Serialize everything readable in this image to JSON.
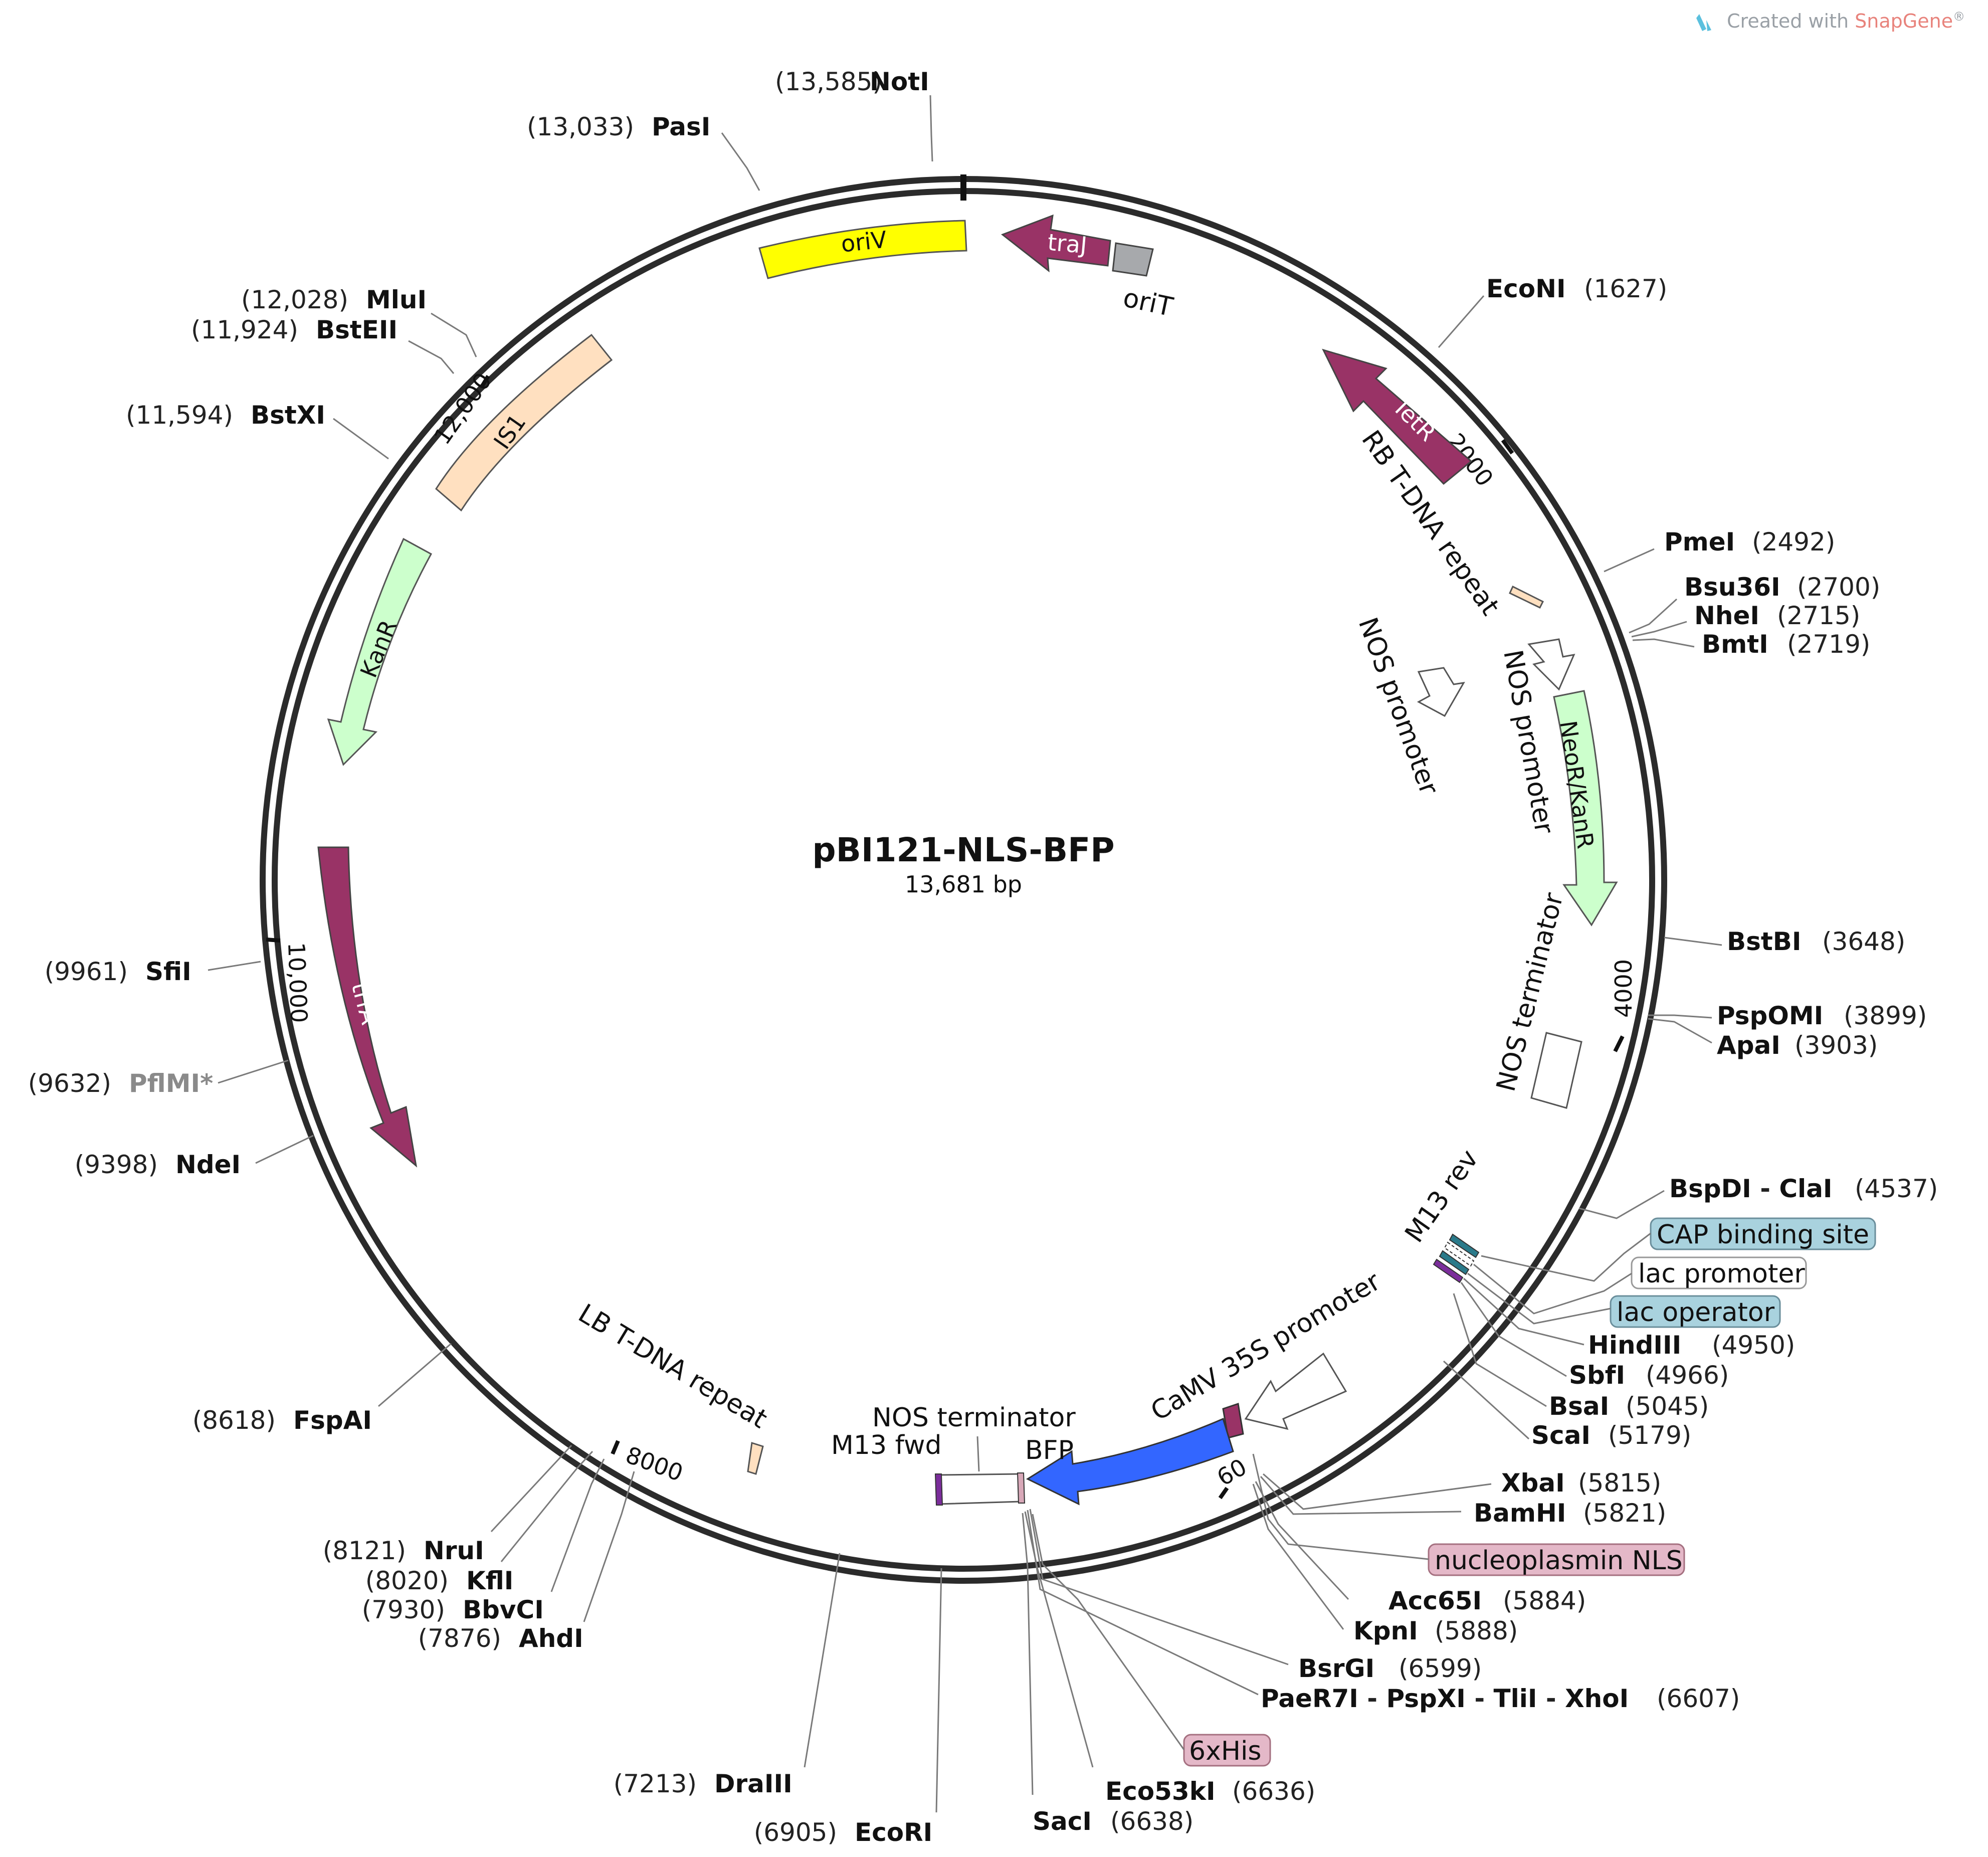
{
  "credit": {
    "prefix": "Created with ",
    "brand": "SnapGene",
    "mark": "®"
  },
  "plasmid": {
    "name": "pBI121-NLS-BFP",
    "length_label": "13,681 bp",
    "length": 13681
  },
  "ticks": [
    {
      "label": "2000",
      "pos": 2000
    },
    {
      "label": "4000",
      "pos": 4000
    },
    {
      "label": "60",
      "pos": 6000
    },
    {
      "label": "8000",
      "pos": 8000
    },
    {
      "label": "10,000",
      "pos": 10000
    },
    {
      "label": "12,000",
      "pos": 12000
    }
  ],
  "sites": [
    {
      "id": "noti",
      "name": "NotI",
      "pos": "(13,585)"
    },
    {
      "id": "pasi",
      "name": "PasI",
      "pos": "(13,033)"
    },
    {
      "id": "econi",
      "name": "EcoNI",
      "pos": "(1627)"
    },
    {
      "id": "mlui",
      "name": "MluI",
      "pos": "(12,028)"
    },
    {
      "id": "bsteii",
      "name": "BstEII",
      "pos": "(11,924)"
    },
    {
      "id": "bstxi",
      "name": "BstXI",
      "pos": "(11,594)"
    },
    {
      "id": "pmei",
      "name": "PmeI",
      "pos": "(2492)"
    },
    {
      "id": "bsu36i",
      "name": "Bsu36I",
      "pos": "(2700)"
    },
    {
      "id": "nhei",
      "name": "NheI",
      "pos": "(2715)"
    },
    {
      "id": "bmti",
      "name": "BmtI",
      "pos": "(2719)"
    },
    {
      "id": "bstbi",
      "name": "BstBI",
      "pos": "(3648)"
    },
    {
      "id": "pspomi",
      "name": "PspOMI",
      "pos": "(3899)"
    },
    {
      "id": "apai",
      "name": "ApaI",
      "pos": "(3903)"
    },
    {
      "id": "sfii",
      "name": "SfiI",
      "pos": "(9961)"
    },
    {
      "id": "pflmi",
      "name": "PflMI*",
      "pos": "(9632)"
    },
    {
      "id": "ndei",
      "name": "NdeI",
      "pos": "(9398)"
    },
    {
      "id": "bspdi",
      "name": "BspDI",
      "sep": " - ",
      "name2": "ClaI",
      "pos": "(4537)"
    },
    {
      "id": "hindiii",
      "name": "HindIII",
      "pos": "(4950)"
    },
    {
      "id": "sbfi",
      "name": "SbfI",
      "pos": "(4966)"
    },
    {
      "id": "bsai",
      "name": "BsaI",
      "pos": "(5045)"
    },
    {
      "id": "scai",
      "name": "ScaI",
      "pos": "(5179)"
    },
    {
      "id": "xbai",
      "name": "XbaI",
      "pos": "(5815)"
    },
    {
      "id": "bamhi",
      "name": "BamHI",
      "pos": "(5821)"
    },
    {
      "id": "acc65i",
      "name": "Acc65I",
      "pos": "(5884)"
    },
    {
      "id": "kpni",
      "name": "KpnI",
      "pos": "(5888)"
    },
    {
      "id": "bsrgi",
      "name": "BsrGI",
      "pos": "(6599)"
    },
    {
      "id": "paer7i",
      "name": "PaeR7I",
      "name2": "PspXI",
      "name3": "TliI",
      "name4": "XhoI",
      "sep": " - ",
      "pos": "(6607)"
    },
    {
      "id": "eco53ki",
      "name": "Eco53kI",
      "pos": "(6636)"
    },
    {
      "id": "saci",
      "name": "SacI",
      "pos": "(6638)"
    },
    {
      "id": "draiii",
      "name": "DraIII",
      "pos": "(7213)"
    },
    {
      "id": "ecori",
      "name": "EcoRI",
      "pos": "(6905)"
    },
    {
      "id": "fspai",
      "name": "FspAI",
      "pos": "(8618)"
    },
    {
      "id": "nrui",
      "name": "NruI",
      "pos": "(8121)"
    },
    {
      "id": "kfli",
      "name": "KflI",
      "pos": "(8020)"
    },
    {
      "id": "bbvci",
      "name": "BbvCI",
      "pos": "(7930)"
    },
    {
      "id": "ahdi",
      "name": "AhdI",
      "pos": "(7876)"
    }
  ],
  "features": {
    "oriv": "oriV",
    "traj": "traJ",
    "orit": "oriT",
    "tetr": "TetR",
    "rb_tdna": "RB T-DNA repeat",
    "nos_promoter_1": "NOS promoter",
    "nos_promoter_2": "NOS promoter",
    "neor_kanr": "NeoR/KanR",
    "nos_terminator_1": "NOS terminator",
    "m13_rev": "M13 rev",
    "cap_binding_site": "CAP binding site",
    "lac_promoter": "lac promoter",
    "lac_operator": "lac operator",
    "camv_35s": "CaMV 35S promoter",
    "nucleoplasmin_nls": "nucleoplasmin NLS",
    "six_his": "6xHis",
    "nos_terminator_2": "NOS terminator",
    "m13_fwd": "M13 fwd",
    "bfp": "BFP",
    "lb_tdna": "LB T-DNA repeat",
    "is1": "IS1",
    "kanr": "KanR",
    "trfa": "trfA"
  },
  "colors": {
    "backbone": "#2b2b2b",
    "oriv": "#ffff00",
    "purple": "#993366",
    "grey_box": "#a7a9ac",
    "light_green": "#ccffcc",
    "peach": "#ffe0c0",
    "blue": "#3366ff",
    "teal_label": "#a9d2de",
    "pink_label": "#e4b8c8"
  }
}
